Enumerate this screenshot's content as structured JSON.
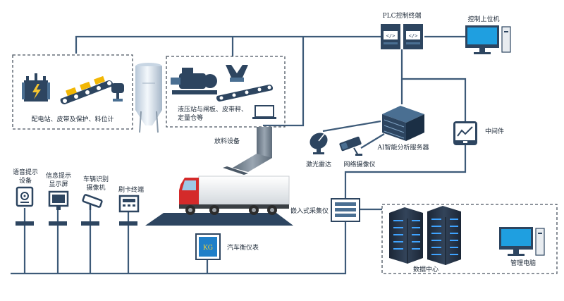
{
  "plc": {
    "label": "PLC控制终端"
  },
  "host_pc": {
    "label": "控制上位机"
  },
  "zone_left": {
    "label": "配电站、皮带及保护、料位计"
  },
  "zone_mid": {
    "label_line1": "液压站与闸板、皮带秤、",
    "label_line2": "定量仓等"
  },
  "ai_server": {
    "label": "AI智能分析服务器"
  },
  "middleware": {
    "label": "中间件"
  },
  "feeder": {
    "label": "放料设备"
  },
  "lidar": {
    "label": "激光雷达"
  },
  "net_camera": {
    "label": "网络摄像仪"
  },
  "embedded": {
    "label": "嵌入式采集仪"
  },
  "voice": {
    "label_line1": "语音提示",
    "label_line2": "设备"
  },
  "info_screen": {
    "label_line1": "信息提示",
    "label_line2": "显示屏"
  },
  "plate_camera": {
    "label_line1": "车辆识别",
    "label_line2": "摄像机"
  },
  "card_terminal": {
    "label": "刷卡终端"
  },
  "scale_meter": {
    "label": "汽车衡仪表",
    "display": "KG"
  },
  "data_center": {
    "label": "数据中心"
  },
  "mgmt_pc": {
    "label": "管理电脑"
  },
  "colors": {
    "line": "#3d5a78",
    "device_dark": "#2d4560",
    "device_blue": "#4a6f92",
    "truck_red": "#d42a2a",
    "accent_blue": "#1f7fc8"
  }
}
